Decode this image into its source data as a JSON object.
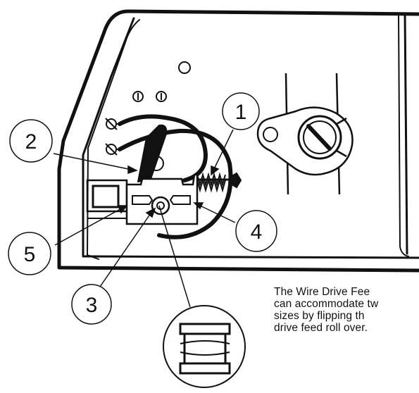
{
  "callouts": [
    {
      "id": "1",
      "label": "1"
    },
    {
      "id": "2",
      "label": "2"
    },
    {
      "id": "3",
      "label": "3"
    },
    {
      "id": "4",
      "label": "4"
    },
    {
      "id": "5",
      "label": "5"
    }
  ],
  "caption": {
    "line1": "The Wire Drive Fee",
    "line2": "can accommodate tw",
    "line3": "sizes by flipping th",
    "line4": "drive feed roll over."
  }
}
